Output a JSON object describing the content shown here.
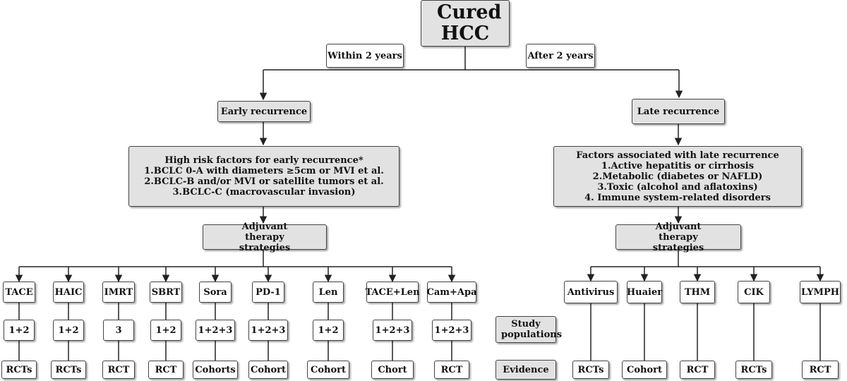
{
  "root": "Cured HCC",
  "branch_within": "Within 2 years",
  "branch_after": "After 2 years",
  "early": {
    "title": "Early recurrence",
    "factors_title": "High risk  factors for early recurrence*",
    "factors": [
      "1.BCLC 0-A with diameters ≥5cm or MVI et al.",
      "2.BCLC-B and/or  MVI or satellite tumors et al.",
      "3.BCLC-C (macrovascular invasion)"
    ],
    "strategies": "Adjuvant therapy strategies",
    "therapies": [
      {
        "name": "TACE",
        "population": "1+2",
        "evidence": "RCTs"
      },
      {
        "name": "HAIC",
        "population": "1+2",
        "evidence": "RCTs"
      },
      {
        "name": "IMRT",
        "population": "3",
        "evidence": "RCT"
      },
      {
        "name": "SBRT",
        "population": "1+2",
        "evidence": "RCT"
      },
      {
        "name": "Sora",
        "population": "1+2+3",
        "evidence": "Cohorts"
      },
      {
        "name": "PD-1",
        "population": "1+2+3",
        "evidence": "Cohort"
      },
      {
        "name": "Len",
        "population": "1+2",
        "evidence": "Cohort"
      },
      {
        "name": "TACE+Len",
        "population": "1+2+3",
        "evidence": "Chort"
      },
      {
        "name": "Cam+Apa",
        "population": "1+2+3",
        "evidence": "RCT"
      }
    ]
  },
  "late": {
    "title": "Late recurrence",
    "factors_title": "Factors associated with late recurrence",
    "factors": [
      "1.Active hepatitis or cirrhosis",
      "2.Metabolic (diabetes or NAFLD)",
      "3.Toxic (alcohol and aflatoxins)",
      "4. Immune system-related disorders"
    ],
    "strategies": "Adjuvant therapy strategies",
    "therapies": [
      {
        "name": "Antivirus",
        "evidence": "RCTs"
      },
      {
        "name": "Huaier",
        "evidence": "Cohort"
      },
      {
        "name": "THM",
        "evidence": "RCT"
      },
      {
        "name": "CIK",
        "evidence": "RCTs"
      },
      {
        "name": "LYMPH",
        "evidence": "RCT"
      }
    ]
  },
  "legend": {
    "study_populations": "Study populations",
    "evidence": "Evidence"
  }
}
